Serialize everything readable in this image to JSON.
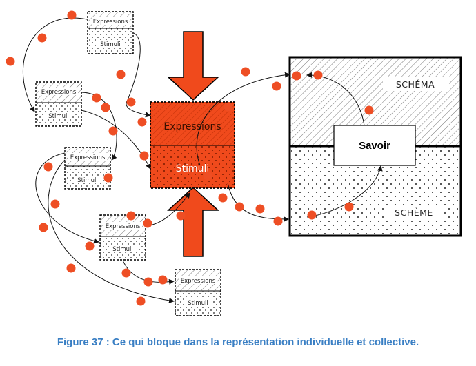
{
  "diagram": {
    "small_boxes": [
      {
        "expressions": "Expressions",
        "stimuli": "Stimuli"
      },
      {
        "expressions": "Expressions",
        "stimuli": "Stimuli"
      },
      {
        "expressions": "Expressions",
        "stimuli": "Stimuli"
      },
      {
        "expressions": "Expressions",
        "stimuli": "Stimuli"
      },
      {
        "expressions": "Expressions",
        "stimuli": "Stimuli"
      }
    ],
    "center_box": {
      "expressions": "Expressions",
      "stimuli": "Stimuli"
    },
    "big_box": {
      "schema": "SCHÉMA",
      "savoir": "Savoir",
      "scheme": "SCHÈME"
    },
    "colors": {
      "accent": "#f04a1c",
      "caption": "#3a7fc4",
      "dot": "#ee4e24"
    }
  },
  "caption": "Figure 37 : Ce qui bloque dans la représentation individuelle et collective."
}
